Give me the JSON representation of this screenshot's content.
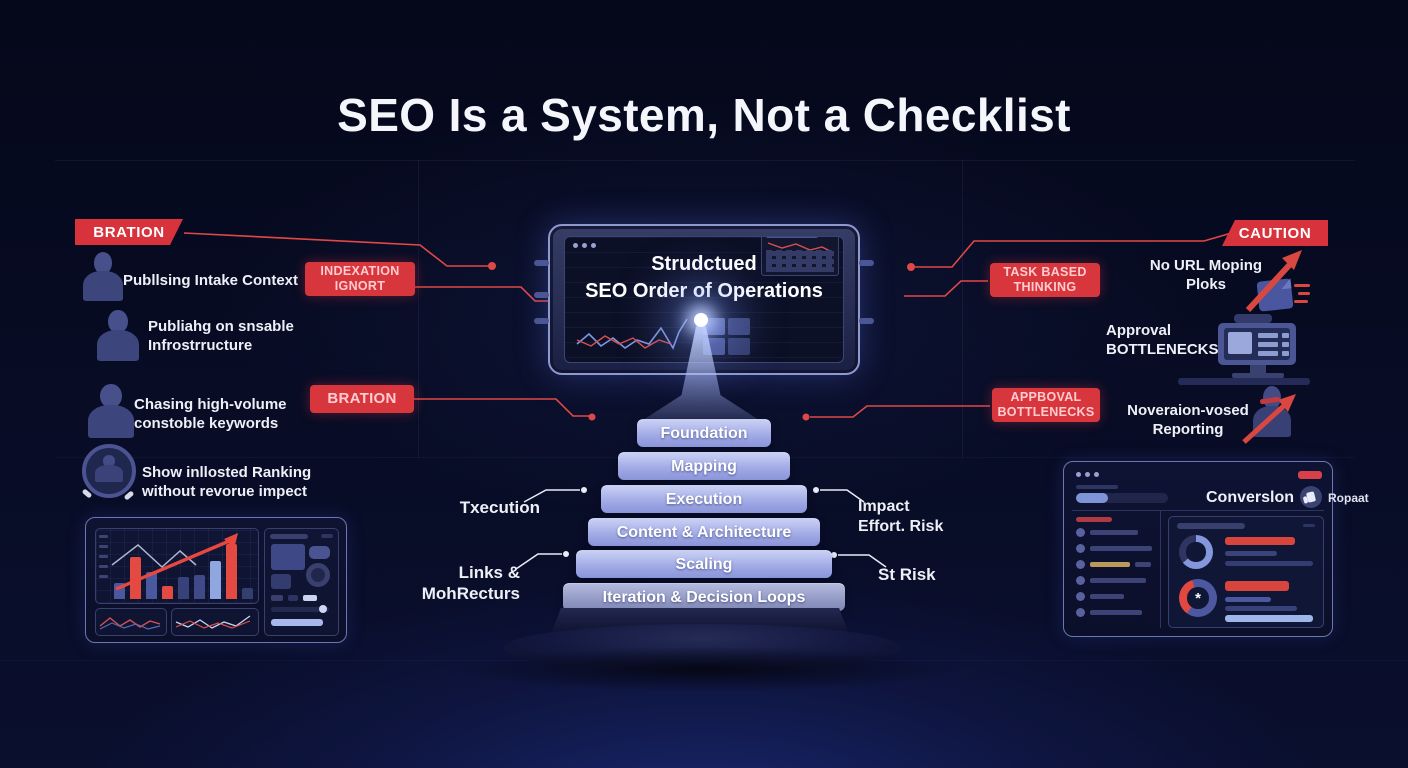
{
  "title": "SEO Is a System, Not a Checklist",
  "colors": {
    "background": "#070b22",
    "accent_red": "#d8363d",
    "wire_red": "#e04848",
    "wire_white": "#e8ecf8",
    "pyramid_light": "#c9d0f5",
    "pyramid_mid": "#8a94d8",
    "text": "#f2f3fa"
  },
  "left": {
    "banner_label": "BRATION",
    "badge_indexation": "INDEXATION\nIGNORT",
    "badge_bration": "BRATION",
    "items": [
      {
        "icon": "analyst-person-icon",
        "label": "Publlsing Intake Context"
      },
      {
        "icon": "person-icon",
        "label": "Publiahg on snsable\nInfrostrructure"
      },
      {
        "icon": "person-cap-icon",
        "label": "Chasing high-volume\nconstoble keywords"
      },
      {
        "icon": "person-ring-icon",
        "label": "Show inllosted Ranking\nwithout revorue impect"
      }
    ]
  },
  "monitor": {
    "title": "Strudctued\nSEO Order of Operations"
  },
  "pyramid": {
    "layers": [
      "Foundation",
      "Mapping",
      "Execution",
      "Content & Architecture",
      "Scaling",
      "Iteration & Decision Loops"
    ]
  },
  "side_labels": {
    "left_top": "Txecution",
    "left_bottom": "Links &\nMohRecturs",
    "right_top": "Impact\nEffort. Risk",
    "right_bottom": "St Risk"
  },
  "right": {
    "banner_label": "CAUTION",
    "badge_task": "TASK BASED\nTHINKING",
    "badge_approval": "APPBOVAL\nBOTTLENECKS",
    "item_url": "No URL Moping\nPloks",
    "item_approval": "Approval\nBOTTLENECKS",
    "item_reporting": "Noveraion-vosed\nReporting"
  },
  "dashboard_right": {
    "header": "Converslon",
    "badge": "Ropaat"
  }
}
